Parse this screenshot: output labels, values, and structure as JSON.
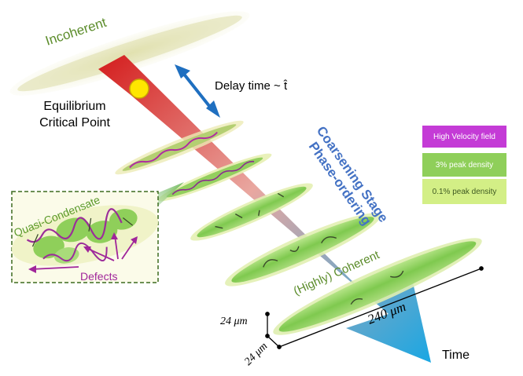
{
  "labels": {
    "incoherent": "Incoherent",
    "equilibrium_line1": "Equilibrium",
    "equilibrium_line2": "Critical Point",
    "delay_time": "Delay time ~ t̂",
    "coarsening_line1": "Coarsening Stage",
    "coarsening_line2": "Phase-ordering",
    "quasi_condensate": "Quasi-Condensate",
    "defects": "Defects",
    "highly_coherent": "(Highly) Coherent",
    "dim_height": "24 μm",
    "dim_depth": "24 μm",
    "dim_length": "240 μm",
    "time": "Time"
  },
  "legend": [
    {
      "label": "High Velocity field",
      "color": "#c43bd6"
    },
    {
      "label": "3% peak density",
      "color": "#8fcf5a"
    },
    {
      "label": "0.1% peak density",
      "color": "#d3ef86"
    }
  ],
  "colors": {
    "arrow_top": "#d41c1c",
    "arrow_bottom": "#1aa7e3",
    "critical_point": "#ffe600",
    "delay_arrow": "#1f6fc0",
    "stage_text": "#4472c4",
    "green_text": "#5b8c2a",
    "defect_text": "#a0259a",
    "inset_border": "#3d6b1f"
  }
}
